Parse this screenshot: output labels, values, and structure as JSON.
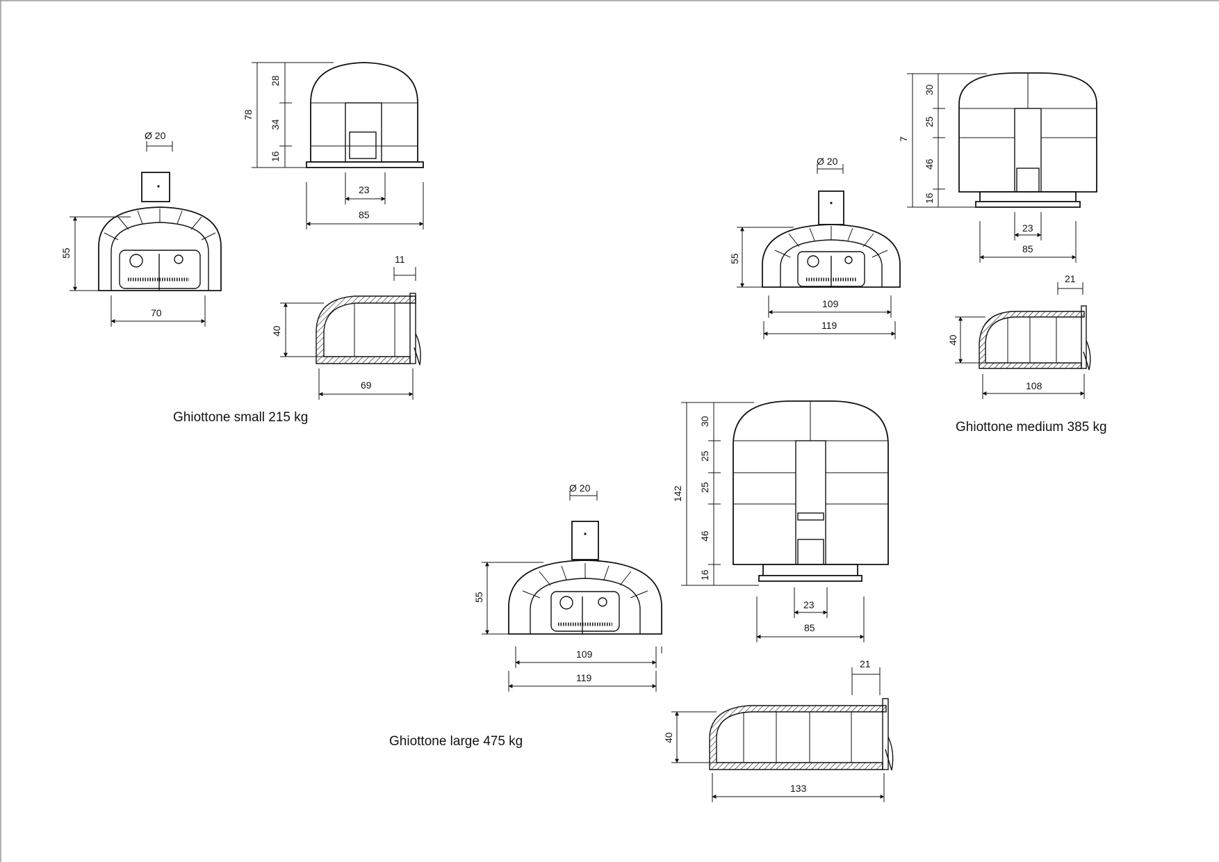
{
  "models": [
    {
      "caption": "Ghiottone small  215 kg",
      "front": {
        "flue_diameter": "Ø 20",
        "height": "55",
        "width": "70"
      },
      "top": {
        "heights": [
          "28",
          "34",
          "16"
        ],
        "total_height": "78",
        "opening": "23",
        "width": "85"
      },
      "side": {
        "door": "11",
        "height": "40",
        "depth": "69"
      }
    },
    {
      "caption": "Ghiottone medium  385 kg",
      "front": {
        "flue_diameter": "Ø 20",
        "height": "55",
        "inner_width": "109",
        "width": "119"
      },
      "top": {
        "heights": [
          "30",
          "25",
          "46",
          "16"
        ],
        "total_height": "7",
        "opening": "23",
        "width": "85"
      },
      "side": {
        "door": "21",
        "height": "40",
        "depth": "108"
      }
    },
    {
      "caption": "Ghiottone large  475 kg",
      "front": {
        "flue_diameter": "Ø 20",
        "height": "55",
        "inner_width": "109",
        "width": "119"
      },
      "top": {
        "heights": [
          "30",
          "25",
          "25",
          "46",
          "16"
        ],
        "total_height": "142",
        "opening": "23",
        "width": "85"
      },
      "side": {
        "door": "21",
        "height": "40",
        "depth": "133"
      }
    }
  ]
}
